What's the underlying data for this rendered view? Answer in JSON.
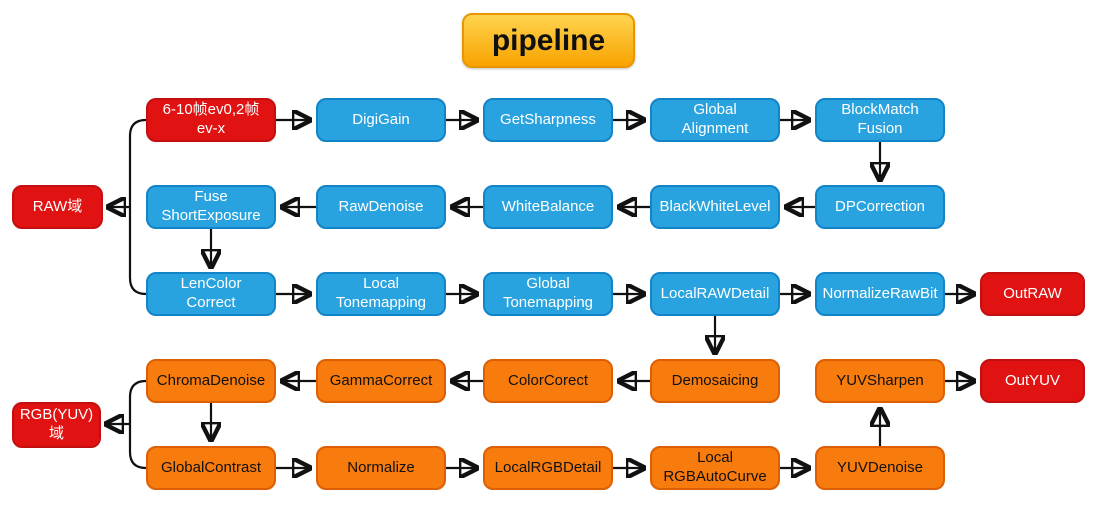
{
  "title": "pipeline",
  "colors": {
    "raw_stage_fill": "#29A3DF",
    "rgb_stage_fill": "#F87B0E",
    "io_fill": "#E11212",
    "title_fill_top": "#FFD44F",
    "title_fill_bottom": "#F8A300",
    "connector": "#111111"
  },
  "nodes": {
    "input_frames": "6-10帧ev0,2帧\nev-x",
    "digigain": "DigiGain",
    "getsharpness": "GetSharpness",
    "global_alignment": "Global\nAlignment",
    "blockmatch_fusion": "BlockMatch\nFusion",
    "raw_domain": "RAW域",
    "fuse_short_exposure": "Fuse\nShortExposure",
    "rawdenoise": "RawDenoise",
    "whitebalance": "WhiteBalance",
    "blackwhitelevel": "BlackWhiteLevel",
    "dpcorrection": "DPCorrection",
    "lencolor_correct": "LenColor\nCorrect",
    "local_tonemapping": "Local\nTonemapping",
    "global_tonemapping": "Global\nTonemapping",
    "localrawdetail": "LocalRAWDetail",
    "normalizerawbit": "NormalizeRawBit",
    "outraw": "OutRAW",
    "rgbyuv_domain": "RGB(YUV)\n域",
    "chromadenoise": "ChromaDenoise",
    "gammacorrect": "GammaCorrect",
    "colorcorect": "ColorCorect",
    "demosaicing": "Demosaicing",
    "yuvsharpen": "YUVSharpen",
    "outyuv": "OutYUV",
    "globalcontrast": "GlobalContrast",
    "normalize": "Normalize",
    "localrgbdetail": "LocalRGBDetail",
    "local_rgbautocurve": "Local\nRGBAutoCurve",
    "yuvdenoise": "YUVDenoise"
  },
  "edges": [
    "input_frames -> digigain",
    "digigain -> getsharpness",
    "getsharpness -> global_alignment",
    "global_alignment -> blockmatch_fusion",
    "blockmatch_fusion -> dpcorrection",
    "dpcorrection -> blackwhitelevel",
    "blackwhitelevel -> whitebalance",
    "whitebalance -> rawdenoise",
    "rawdenoise -> fuse_short_exposure",
    "fuse_short_exposure -> lencolor_correct",
    "lencolor_correct -> local_tonemapping",
    "local_tonemapping -> global_tonemapping",
    "global_tonemapping -> localrawdetail",
    "localrawdetail -> normalizerawbit",
    "normalizerawbit -> outraw",
    "localrawdetail -> demosaicing",
    "demosaicing -> colorcorect",
    "colorcorect -> gammacorrect",
    "gammacorrect -> chromadenoise",
    "chromadenoise -> globalcontrast",
    "globalcontrast -> normalize",
    "normalize -> localrgbdetail",
    "localrgbdetail -> local_rgbautocurve",
    "local_rgbautocurve -> yuvdenoise",
    "yuvdenoise -> yuvsharpen",
    "yuvsharpen -> outyuv",
    "(input_frames, lencolor_correct) bracket -> raw_domain",
    "(chromadenoise, globalcontrast) bracket -> rgbyuv_domain"
  ]
}
